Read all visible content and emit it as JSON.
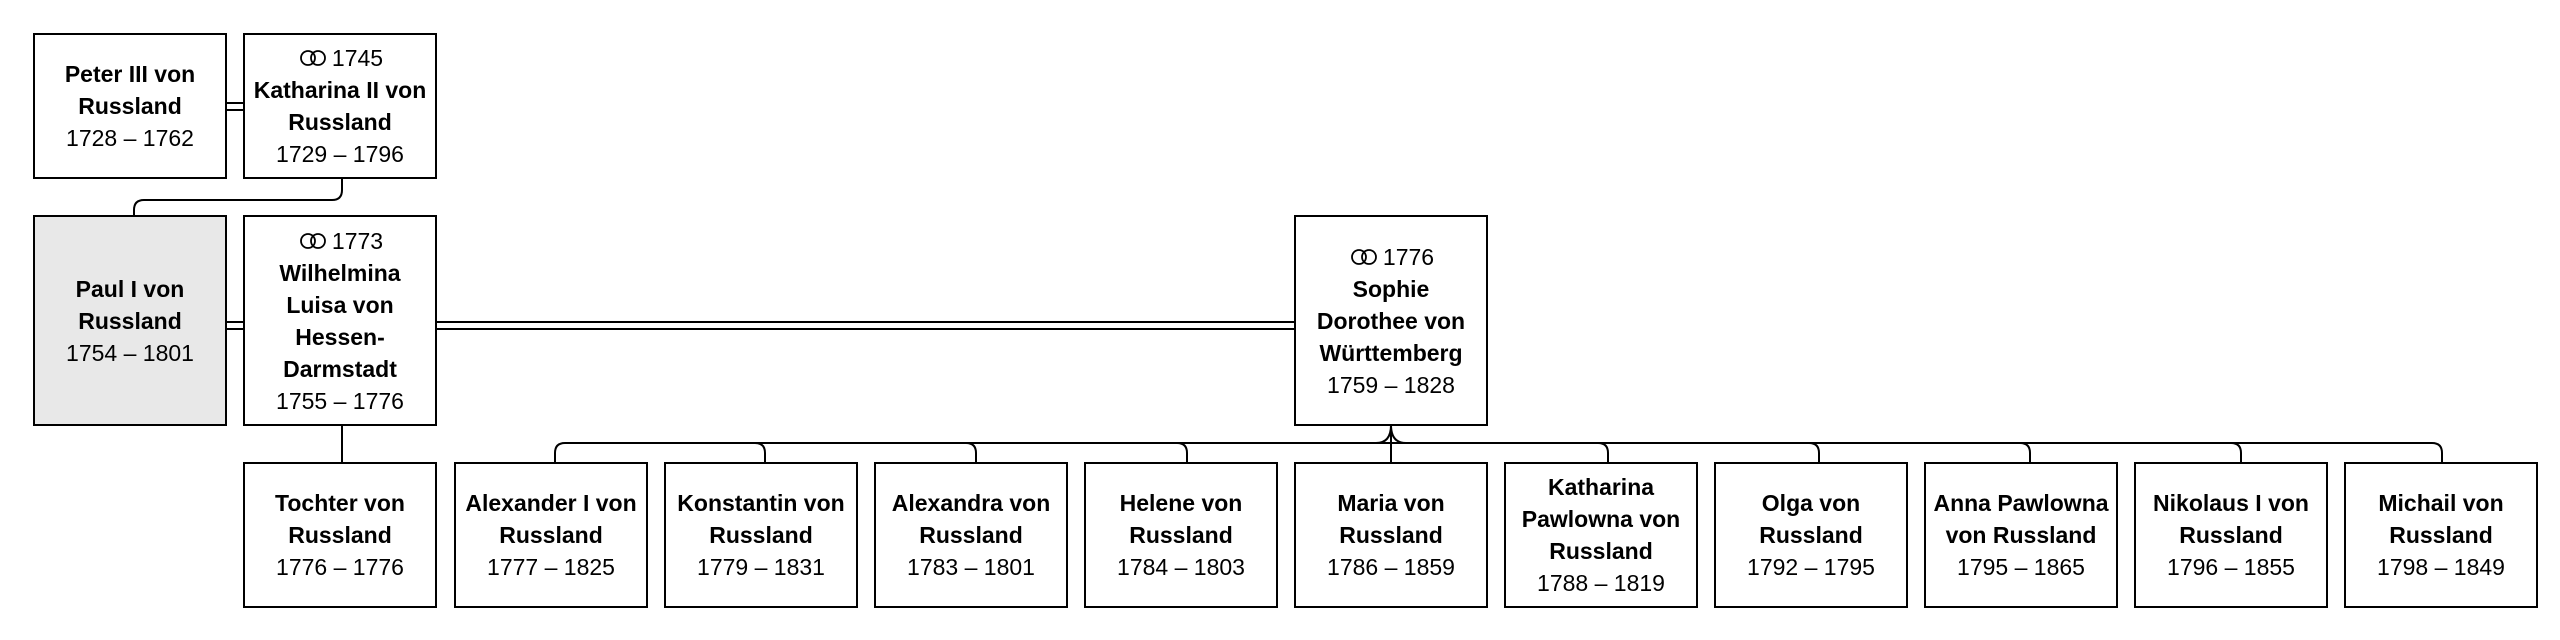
{
  "family_tree": {
    "row1": [
      {
        "name": "Peter III von Russland",
        "dates": "1728 – 1762"
      },
      {
        "marriage": "1745",
        "name": "Katharina II von Russland",
        "dates": "1729 – 1796"
      }
    ],
    "row2": [
      {
        "name": "Paul I von Russland",
        "dates": "1754 – 1801"
      },
      {
        "marriage": "1773",
        "name": "Wilhelmina Luisa von Hessen-Darmstadt",
        "dates": "1755 – 1776"
      },
      {
        "marriage": "1776",
        "name": "Sophie Dorothee von Württemberg",
        "dates": "1759 – 1828"
      }
    ],
    "row3": [
      {
        "name": "Tochter von Russland",
        "dates": "1776 – 1776"
      },
      {
        "name": "Alexander I von Russland",
        "dates": "1777 – 1825"
      },
      {
        "name": "Konstantin von Russland",
        "dates": "1779 – 1831"
      },
      {
        "name": "Alexandra von Russland",
        "dates": "1783 – 1801"
      },
      {
        "name": "Helene von Russland",
        "dates": "1784 – 1803"
      },
      {
        "name": "Maria von Russland",
        "dates": "1786 – 1859"
      },
      {
        "name": "Katharina Pawlowna von Russland",
        "dates": "1788 – 1819"
      },
      {
        "name": "Olga von Russland",
        "dates": "1792 – 1795"
      },
      {
        "name": "Anna Pawlowna von Russland",
        "dates": "1795 – 1865"
      },
      {
        "name": "Nikolaus I von Russland",
        "dates": "1796 – 1855"
      },
      {
        "name": "Michail von Russland",
        "dates": "1798 – 1849"
      }
    ]
  }
}
